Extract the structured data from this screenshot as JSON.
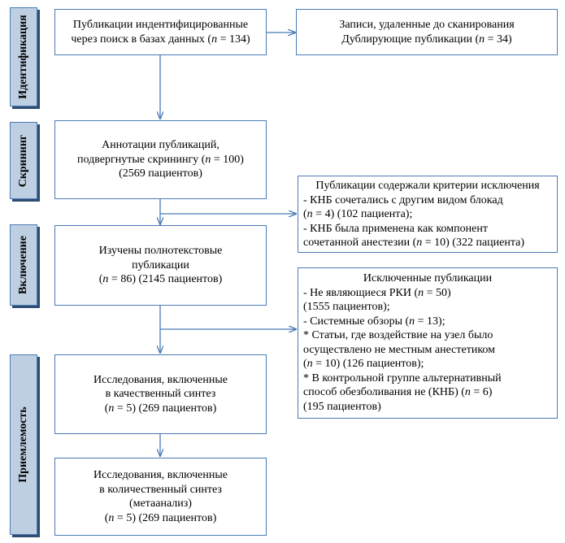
{
  "phases": {
    "identification": "Идентификация",
    "screening": "Скрининг",
    "inclusion": "Включение",
    "eligibility": "Приемлемость"
  },
  "boxes": {
    "identified": {
      "line1": "Публикации индентифицированные",
      "line2_pre": "через поиск в базах данных (",
      "n": "n",
      "line2_post": " = 134)"
    },
    "removed": {
      "line1": "Записи, удаленные до сканирования",
      "line2_pre": "Дублирующие публикации (",
      "n": "n",
      "line2_post": " = 34)"
    },
    "screened": {
      "line1": "Аннотации публикаций,",
      "line2_pre": "подвергнутые  скринингу (",
      "n": "n",
      "line2_post": " = 100)",
      "line3": "(2569 пациентов)"
    },
    "excluded_screen": {
      "line1": "Публикации содержали критерии исключения",
      "line2": " - КНБ сочетались с другим видом блокад",
      "line3_pre": "(",
      "n1": "n",
      "line3_post": " = 4) (102 пациента);",
      "line4": " - КНБ была применена как компонент",
      "line5_pre": "сочетанной анестезии (",
      "n2": "n",
      "line5_post": " = 10) (322 пациента)"
    },
    "fulltext": {
      "line1": "Изучены полнотекстовые",
      "line2": "публикации",
      "line3_pre": "(",
      "n": "n",
      "line3_post": " = 86) (2145 пациентов)"
    },
    "excluded_full": {
      "title": "Исключенные публикации",
      "line2_pre": "- Не являющиеся  РКИ (",
      "n1": "n",
      "line2_post": " = 50)",
      "line3": "(1555 пациентов);",
      "line4_pre": "- Системные обзоры (",
      "n2": "n",
      "line4_post": " = 13);",
      "line5": "* Статьи, где воздействие на узел было",
      "line6": "осуществлено не местным анестетиком",
      "line7_pre": "(",
      "n3": "n",
      "line7_post": " = 10) (126 пациентов);",
      "line8": "* В контрольной группе альтернативный",
      "line9_pre": "способ обезболивания не (КНБ) (",
      "n4": "n",
      "line9_post": " = 6)",
      "line10": "(195 пациентов)"
    },
    "qualitative": {
      "line1": "Исследования, включенные",
      "line2": "в качественный синтез",
      "line3_pre": "(",
      "n": "n",
      "line3_post": " = 5) (269 пациентов)"
    },
    "quantitative": {
      "line1": "Исследования, включенные",
      "line2": "в количественный синтез",
      "line3": "(метаанализ)",
      "line4_pre": "(",
      "n": "n",
      "line4_post": " = 5) (269 пациентов)"
    }
  }
}
